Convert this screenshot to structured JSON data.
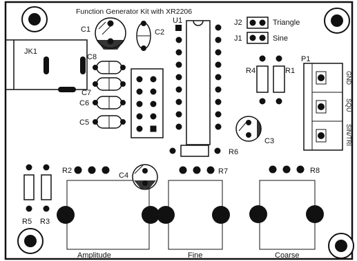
{
  "board": {
    "title": "Function Generator Kit with XR2206"
  },
  "labels": {
    "jk1": "JK1",
    "c1": "C1",
    "c2": "C2",
    "u1": "U1",
    "c8": "C8",
    "c7": "C7",
    "c6": "C6",
    "c5": "C5",
    "j2": "J2",
    "j1": "J1",
    "triangle": "Triangle",
    "sine": "Sine",
    "p1": "P1",
    "r4": "R4",
    "r1": "R1",
    "c3": "C3",
    "r6": "R6",
    "r2": "R2",
    "c4": "C4",
    "r7": "R7",
    "r8": "R8",
    "r5": "R5",
    "r3": "R3",
    "amplitude": "Amplitude",
    "fine": "Fine",
    "coarse": "Coarse",
    "gnd": "GND",
    "squ": "SQU",
    "sin_tri": "SIN/TRI"
  },
  "colors": {
    "ink": "#111111",
    "board": "#ffffff"
  }
}
